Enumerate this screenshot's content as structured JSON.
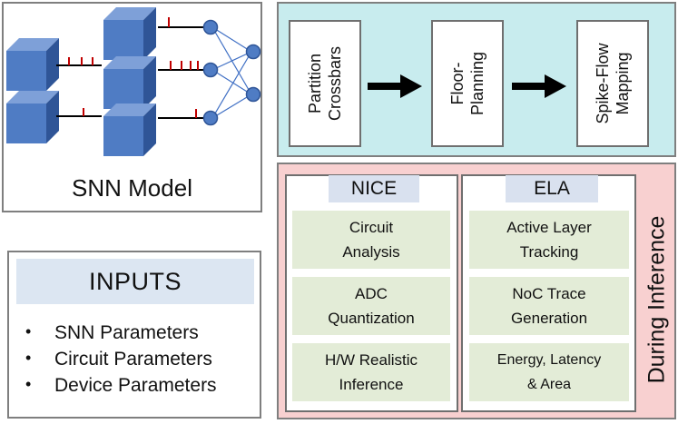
{
  "snn": {
    "title": "SNN Model"
  },
  "inputs": {
    "title": "INPUTS",
    "items": [
      "SNN Parameters",
      "Circuit Parameters",
      "Device Parameters"
    ]
  },
  "flow": {
    "steps": [
      {
        "line1": "Partition",
        "line2": "Crossbars"
      },
      {
        "line1": "Floor-",
        "line2": "Planning"
      },
      {
        "line1": "Spike-Flow",
        "line2": "Mapping"
      }
    ]
  },
  "inference": {
    "label": "During Inference",
    "nice": {
      "title": "NICE",
      "cells": [
        {
          "line1": "Circuit",
          "line2": "Analysis"
        },
        {
          "line1": "ADC",
          "line2": "Quantization"
        },
        {
          "line1": "H/W Realistic",
          "line2": "Inference"
        }
      ]
    },
    "ela": {
      "title": "ELA",
      "cells": [
        {
          "line1": "Active Layer",
          "line2": "Tracking"
        },
        {
          "line1": "NoC Trace",
          "line2": "Generation"
        },
        {
          "line1": "Energy, Latency",
          "line2": "& Area"
        }
      ]
    }
  },
  "colors": {
    "cube_front": "#4f7cc4",
    "cube_top": "#7ea0d8",
    "cube_side": "#2f5597",
    "spike": "#c00000",
    "flow_bg": "#c8ecee",
    "inference_bg": "#f8d0d0",
    "cell_bg": "#e3ecd7"
  }
}
